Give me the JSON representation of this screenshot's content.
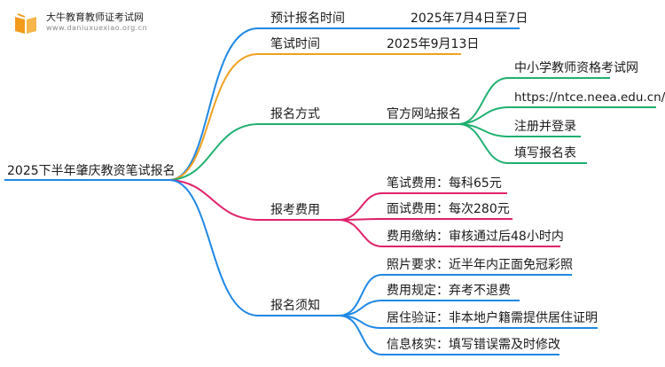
{
  "brand": {
    "name": "大牛教育教师证考试网",
    "url": "www.daniuxuexiao.org.cn"
  },
  "colors": {
    "blue": "#1e88e5",
    "orange": "#f0a020",
    "green": "#20b070",
    "pink": "#e0206a",
    "logo": "#f29a1a"
  },
  "root": "2025下半年肇庆教资笔试报名",
  "branches": {
    "b1": {
      "label": "预计报名时间",
      "value": "2025年7月4日至7日"
    },
    "b2": {
      "label": "笔试时间",
      "value": "2025年9月13日"
    },
    "b3": {
      "label": "报名方式",
      "value": "官方网站报名",
      "items": [
        "中小学教师资格考试网",
        "https://ntce.neea.edu.cn/",
        "注册并登录",
        "填写报名表"
      ]
    },
    "b4": {
      "label": "报考费用",
      "items": [
        "笔试费用：每科65元",
        "面试费用：每次280元",
        "费用缴纳：审核通过后48小时内"
      ]
    },
    "b5": {
      "label": "报名须知",
      "items": [
        "照片要求：近半年内正面免冠彩照",
        "费用规定：弃考不退费",
        "居住验证：非本地户籍需提供居住证明",
        "信息核实：填写错误需及时修改"
      ]
    }
  }
}
